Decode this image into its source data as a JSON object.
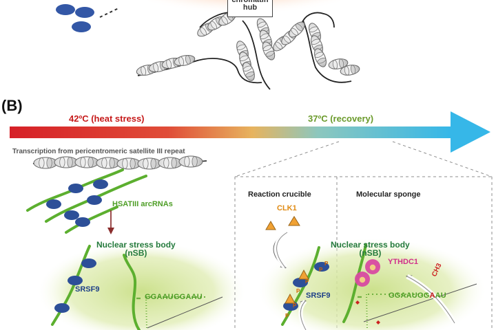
{
  "panel_a": {
    "hub_label_line1": "chromatin",
    "hub_label_line2": "hub"
  },
  "panel_b": {
    "panel_label": "(B)",
    "timeline": {
      "heat_stress_label": "42ºC (heat stress)",
      "recovery_label": "37ºC (recovery)",
      "colors": {
        "start": "#d62027",
        "middle": "#e7b35e",
        "end": "#36b7e8"
      }
    },
    "transcription_label": "Transcription from pericentromeric satellite III repeat",
    "arcrna_label": "HSATIII arcRNAs",
    "nsb_left": {
      "line1": "Nuclear stress body",
      "line2": "(nSB)"
    },
    "nsb_right": {
      "line1": "Nuclear stress body",
      "line2": "(nSB)"
    },
    "srsf9_left": "SRSF9",
    "srsf9_right": "SRSF9",
    "sequence_left": "GGAAUGGAAU",
    "sequence_right": {
      "before_mod": "GGAAUGG",
      "modified_base": "A",
      "after_mod": "AU"
    },
    "methyl_label": "CH3",
    "reaction_crucible_label": "Reaction crucible",
    "molecular_sponge_label": "Molecular sponge",
    "clk1_label": "CLK1",
    "ythdc1_label": "YTHDC1",
    "phospho_label": "P",
    "colors": {
      "srsf9": "#2d4f98",
      "rna": "#4ea72e",
      "clk1": "#f0a133",
      "ythdc1": "#d84aa1",
      "nsb_glow": "#d8ea9a",
      "methyl": "#cc2020"
    }
  }
}
